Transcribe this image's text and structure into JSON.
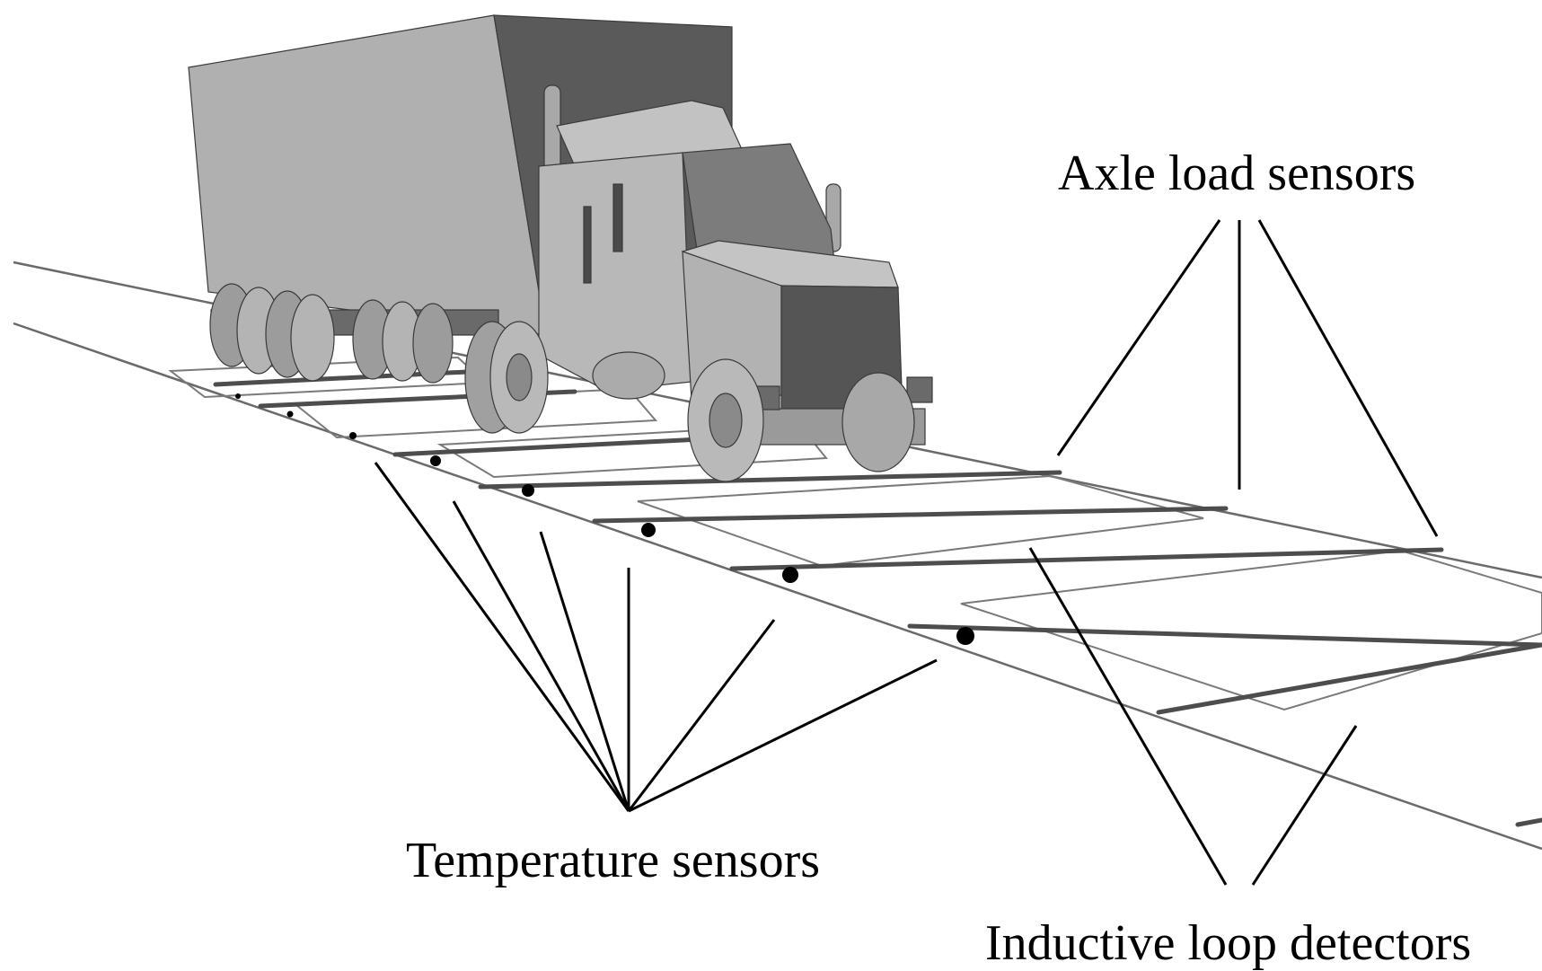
{
  "labels": {
    "axle_load_sensors": "Axle load sensors",
    "temperature_sensors": "Temperature sensors",
    "inductive_loop_detectors": "Inductive loop detectors"
  },
  "colors": {
    "background": "#ffffff",
    "truck_light": "#b4b4b4",
    "truck_mid": "#8f8f8f",
    "truck_dark": "#5e5e5e",
    "leader_line": "#000000",
    "pavement_line": "#6a6a6a"
  }
}
